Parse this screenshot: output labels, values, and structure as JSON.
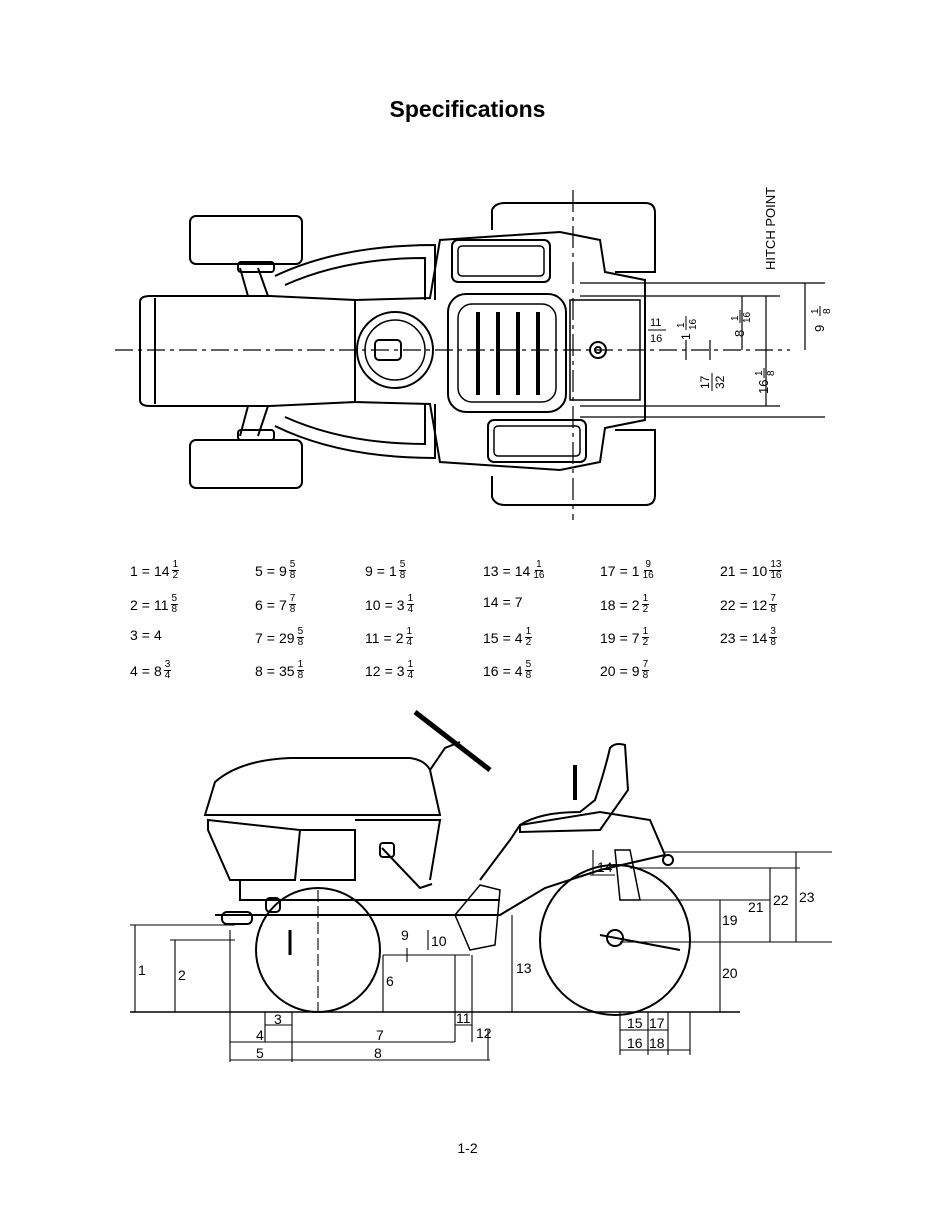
{
  "header": {
    "title": "Specifications"
  },
  "top_view": {
    "hitch_label": "HITCH POINT",
    "dims": {
      "a": {
        "whole": "9",
        "num": "1",
        "den": "8"
      },
      "b": {
        "whole": "8",
        "num": "1",
        "den": "16"
      },
      "c": {
        "whole": "16",
        "num": "1",
        "den": "8"
      },
      "d": {
        "whole": "",
        "num": "17",
        "den": "32"
      },
      "e": {
        "whole": "1",
        "num": "1",
        "den": "16"
      },
      "f": {
        "whole": "",
        "num": "11",
        "den": "16"
      }
    }
  },
  "specs": [
    {
      "id": "1",
      "eq": "=",
      "whole": "14",
      "num": "1",
      "den": "2"
    },
    {
      "id": "2",
      "eq": "=",
      "whole": "11",
      "num": "5",
      "den": "8"
    },
    {
      "id": "3",
      "eq": "=",
      "whole": "4",
      "num": "",
      "den": ""
    },
    {
      "id": "4",
      "eq": "=",
      "whole": "8",
      "num": "3",
      "den": "4"
    },
    {
      "id": "5",
      "eq": "=",
      "whole": "9",
      "num": "5",
      "den": "8"
    },
    {
      "id": "6",
      "eq": "=",
      "whole": "7",
      "num": "7",
      "den": "8"
    },
    {
      "id": "7",
      "eq": "=",
      "whole": "29",
      "num": "5",
      "den": "8"
    },
    {
      "id": "8",
      "eq": "=",
      "whole": "35",
      "num": "1",
      "den": "8"
    },
    {
      "id": "9",
      "eq": "=",
      "whole": "1",
      "num": "5",
      "den": "8"
    },
    {
      "id": "10",
      "eq": "=",
      "whole": "3",
      "num": "1",
      "den": "4"
    },
    {
      "id": "11",
      "eq": "=",
      "whole": "2",
      "num": "1",
      "den": "4"
    },
    {
      "id": "12",
      "eq": "=",
      "whole": "3",
      "num": "1",
      "den": "4"
    },
    {
      "id": "13",
      "eq": "=",
      "whole": "14",
      "num": "1",
      "den": "16"
    },
    {
      "id": "14",
      "eq": "=",
      "whole": "7",
      "num": "",
      "den": ""
    },
    {
      "id": "15",
      "eq": "=",
      "whole": "4",
      "num": "1",
      "den": "2"
    },
    {
      "id": "16",
      "eq": "=",
      "whole": "4",
      "num": "5",
      "den": "8"
    },
    {
      "id": "17",
      "eq": "=",
      "whole": "1",
      "num": "9",
      "den": "16"
    },
    {
      "id": "18",
      "eq": "=",
      "whole": "2",
      "num": "1",
      "den": "2"
    },
    {
      "id": "19",
      "eq": "=",
      "whole": "7",
      "num": "1",
      "den": "2"
    },
    {
      "id": "20",
      "eq": "=",
      "whole": "9",
      "num": "7",
      "den": "8"
    },
    {
      "id": "21",
      "eq": "=",
      "whole": "10",
      "num": "13",
      "den": "16"
    },
    {
      "id": "22",
      "eq": "=",
      "whole": "12",
      "num": "7",
      "den": "8"
    },
    {
      "id": "23",
      "eq": "=",
      "whole": "14",
      "num": "3",
      "den": "8"
    }
  ],
  "side_view": {
    "labels": [
      "1",
      "2",
      "3",
      "4",
      "5",
      "6",
      "7",
      "8",
      "9",
      "10",
      "11",
      "12",
      "13",
      "14",
      "15",
      "16",
      "17",
      "18",
      "19",
      "20",
      "21",
      "22",
      "23"
    ]
  },
  "footer": {
    "page_number": "1-2"
  }
}
